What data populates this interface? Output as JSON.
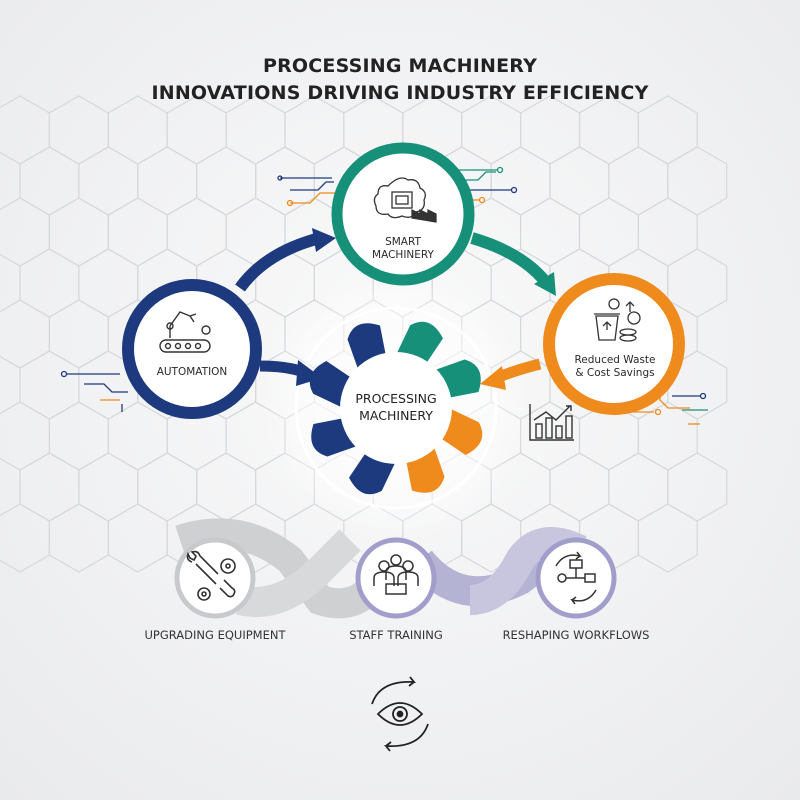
{
  "title": {
    "line1": "PROCESSING MACHINERY",
    "line2": "INNOVATIONS DRIVING INDUSTRY EFFICIENCY"
  },
  "nodes": {
    "smart": {
      "line1": "SMART",
      "line2": "MACHINERY",
      "color": "#17907a"
    },
    "automation": {
      "label": "AUTOMATION",
      "color": "#1d3a7e"
    },
    "reduced": {
      "line1": "Reduced Waste",
      "line2": "& Cost Savings",
      "color": "#ef8a1c"
    },
    "center": {
      "line1": "PROCESSING",
      "line2": "MACHINERY"
    }
  },
  "bottom": {
    "upgrading": "UPGRADING EQUIPMENT",
    "training": "STAFF TRAINING",
    "workflows": "RESHAPING WORKFLOWS"
  },
  "icons": {
    "smart": "brain-chip-factory-icon",
    "automation": "robot-arm-conveyor-icon",
    "reduced": "recycle-bin-coins-icon",
    "center": "gear-icon",
    "chart": "bar-chart-icon",
    "upgrading": "wrench-gears-icon",
    "training": "team-icon",
    "workflows": "workflow-cycle-icon",
    "eye": "eye-cycle-icon"
  }
}
